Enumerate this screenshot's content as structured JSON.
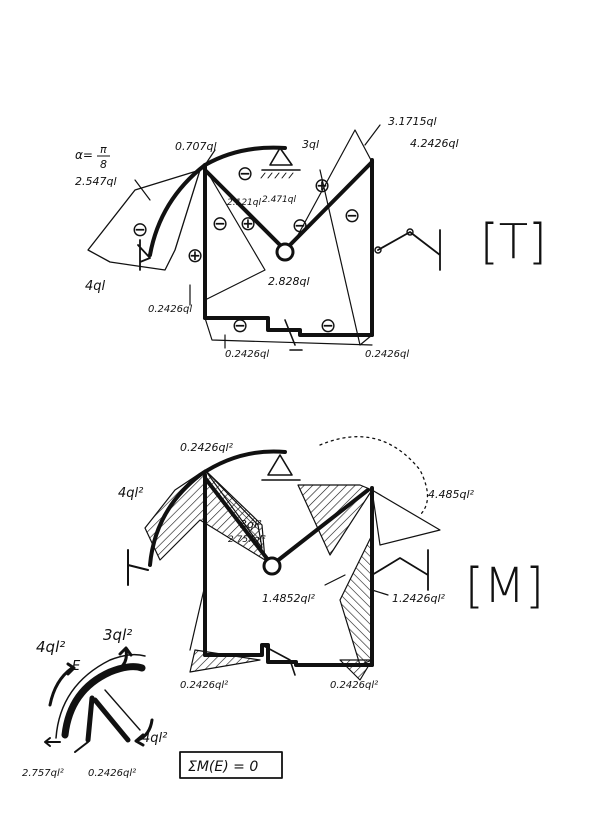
{
  "shear": {
    "title": "[T]",
    "alpha_label": "α=",
    "alpha_num": "π",
    "alpha_den": "8",
    "labels": {
      "v_2547": "2.547ql",
      "v_0707": "0.707ql",
      "v_3ql": "3ql",
      "v_31715": "3.1715ql",
      "v_42426": "4.2426ql",
      "v_2121": "2.121ql",
      "v_2471": "2.471ql",
      "v_2828": "2.828ql",
      "v_4ql": "4ql",
      "v_02426_left": "0.2426ql",
      "v_02426_bottom": "0.2426ql",
      "v_02426_right": "0.2426ql"
    },
    "signs": [
      "⊖",
      "⊕",
      "⊖",
      "⊕",
      "⊖",
      "⊖",
      "⊕",
      "⊖",
      "⊖",
      "⊖"
    ]
  },
  "moment": {
    "title": "[M]",
    "labels": {
      "m_02426_top": "0.2426ql²",
      "m_4ql2": "4ql²",
      "m_3ql2": "3ql²",
      "m_2757_mid": "2.757ql²",
      "m_4485": "4.485ql²",
      "m_14852": "1.4852ql²",
      "m_12426": "1.2426ql²",
      "m_02426_bl": "0.2426ql²",
      "m_02426_br": "0.2426ql²"
    }
  },
  "node": {
    "labels": {
      "n_4ql2": "4ql²",
      "n_3ql2": "3ql²",
      "n_E": "E",
      "n_4ql2_b": "4ql²",
      "n_2757": "2.757ql²",
      "n_02426": "0.2426ql²"
    },
    "equation": "ΣM(E) = 0"
  }
}
